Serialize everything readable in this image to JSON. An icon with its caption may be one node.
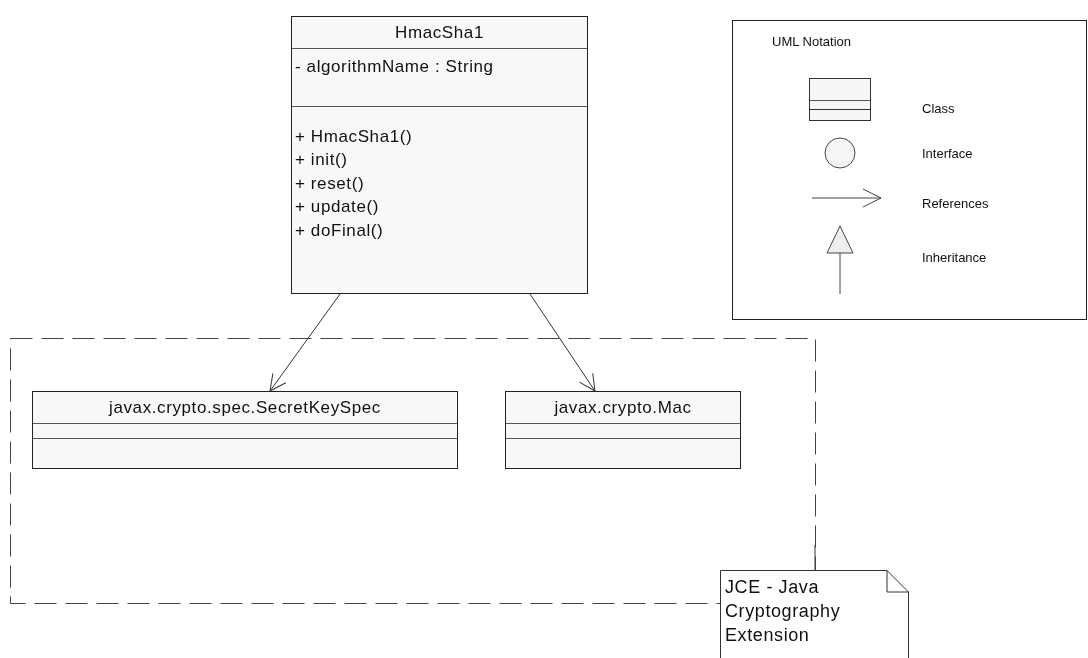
{
  "diagram": {
    "nodes": [
      {
        "text": [
          "HmacSha1",
          "- algorithmName : String",
          "+ HmacSha1()",
          "+ init()",
          "+ reset()",
          "+ update()",
          "+ doFinal()"
        ]
      },
      {
        "text": [],
        "shape": "box"
      },
      {
        "text": [
          "javax.crypto.spec.SecretKeySpec"
        ],
        "in": 1
      },
      {
        "text": [
          "javax.crypto.Mac"
        ],
        "in": 1
      },
      {
        "text": [
          "JCE - Java Cryptography Extension"
        ]
      }
    ],
    "edges": [
      {
        "from": 0,
        "to": 2,
        "arrow": "to"
      },
      {
        "from": 0,
        "to": 3,
        "arrow": "to"
      },
      {
        "from": 4,
        "to": 1,
        "arrow": "none"
      }
    ],
    "labels": [
      "UML Notation"
    ],
    "legend": [
      {
        "text": "Class"
      },
      {
        "text": "Interface"
      },
      {
        "text": "References"
      },
      {
        "text": "Inheritance"
      }
    ]
  }
}
